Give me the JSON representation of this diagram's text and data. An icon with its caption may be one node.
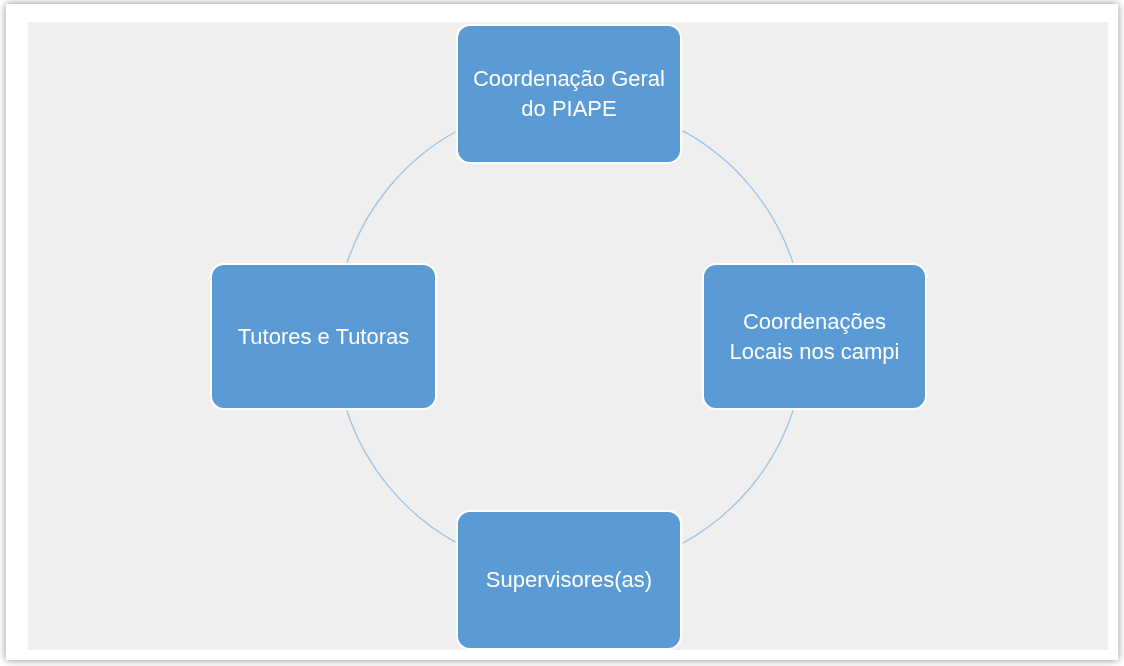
{
  "diagram": {
    "nodes": [
      {
        "text": [
          "Coordenação Geral do PIAPE"
        ]
      },
      {
        "text": [
          "Tutores e Tutoras"
        ]
      },
      {
        "text": [
          "Coordenações Locais nos campi"
        ]
      },
      {
        "text": [
          "Supervisores(as)"
        ]
      }
    ],
    "edges": [
      {
        "from": 0,
        "to": 2,
        "arrow": "none"
      },
      {
        "from": 2,
        "to": 3,
        "arrow": "none"
      },
      {
        "from": 3,
        "to": 1,
        "arrow": "none"
      },
      {
        "from": 1,
        "to": 0,
        "arrow": "none"
      }
    ]
  }
}
